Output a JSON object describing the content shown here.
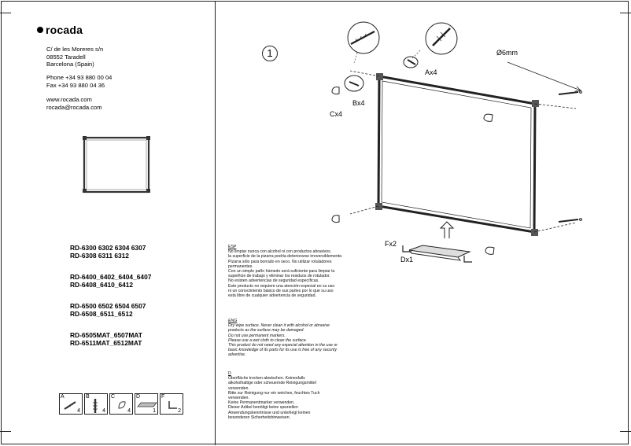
{
  "company": {
    "name": "rocada",
    "address": [
      "C/ de les Moreres s/n",
      "08552 Taradell",
      "Barcelona (Spain)"
    ],
    "phone": "Phone +34 93 880 00 04",
    "fax": "Fax +34 93 880 04 36",
    "web": "www.rocada.com",
    "email": "rocada@rocada.com"
  },
  "models": [
    [
      "RD-6300  6302  6304  6307",
      "RD-6308  6311  6312"
    ],
    [
      "RD-6400_6402_6404_6407",
      "RD-6408_6410_6412"
    ],
    [
      "RD-6500  6502  6504  6507",
      "RD-6508_6511_6512"
    ],
    [
      "RD-6505MAT_6507MAT",
      "RD-6511MAT_6512MAT"
    ]
  ],
  "parts": [
    {
      "key": "A",
      "qty": "4",
      "icon": "screw-icon"
    },
    {
      "key": "B",
      "qty": "4",
      "icon": "wall-plug-icon"
    },
    {
      "key": "C",
      "qty": "4",
      "icon": "corner-cap-icon"
    },
    {
      "key": "D",
      "qty": "1",
      "icon": "marker-tray-icon"
    },
    {
      "key": "F",
      "qty": "2",
      "icon": "tray-bracket-icon"
    }
  ],
  "instructions": {
    "esp_title": "ESP",
    "esp": [
      "No limpiar nunca con alcohol ni con productos abrasivos.",
      "la superficie de la pizarra podría deteriorarse irreversiblemente.",
      "Pizarra sólo para borrado en seco. No utilizar rotuladores",
      "permanentes.",
      "Con un simple paño húmedo será suficiente para limpiar la",
      "superficie de trabajo y eliminar los residuos de rotulador.",
      "No existen advertencias de seguridad específicas.",
      "Este producto no requiere una atención especial en su uso",
      "ni un conocimiento básico de sus partes por lo que su uso",
      "está libre de cualquier advertencia de seguridad."
    ],
    "eng_title": "ENG",
    "eng": [
      "Dry wipe surface. Never clean it with alcohol or abrasive",
      "products as the surface may be damaged.",
      "Do not use permanent markers.",
      "Please use a wet cloth to clean the surface.",
      "This product do not need any especial attention in the use or",
      "basic knowledge of its parts for its use is free of any security",
      "advertise."
    ],
    "de_title": "D",
    "de": [
      "Oberfläche trocken abwischen. Keinesfalls",
      "alkoholhaltige oder scheuernde Reinigungsmittel",
      "verwenden.",
      "Bitte zur Reinigung nur ein weiches, feuchtes Tuch",
      "verwenden.",
      "Keine Permanentmarker verwenden.",
      "Dieser Artikel benötigt keine speziellen",
      "Anwendungskenntnisse und unterliegt keinen",
      "besonderen Sicherheitshinweisen."
    ]
  },
  "diagram": {
    "step": "1",
    "labels": {
      "drill": "Ø6mm",
      "screws": "Ax4",
      "plugs": "Bx4",
      "caps": "Cx4",
      "brackets": "Fx2",
      "tray": "Dx1"
    }
  }
}
